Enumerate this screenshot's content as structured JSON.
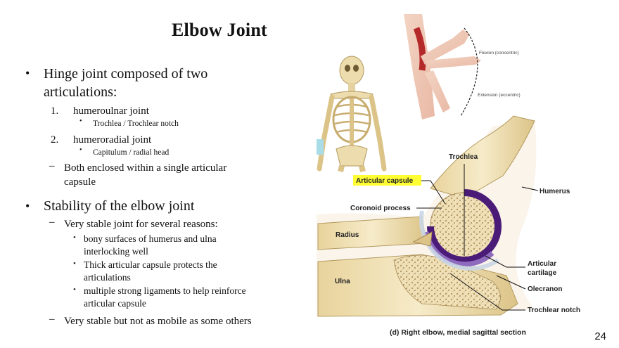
{
  "slide": {
    "title": "Elbow Joint",
    "page_number": "24"
  },
  "content": {
    "bullet1": "Hinge joint composed of two articulations:",
    "num1_marker": "1.",
    "num1_text": "humeroulnar joint",
    "num1_sub": "Trochlea / Trochlear notch",
    "num2_marker": "2.",
    "num2_text": "humeroradial joint",
    "num2_sub": "Capitulum / radial head",
    "dash1": "Both enclosed within a single articular capsule",
    "bullet2": "Stability of the elbow joint",
    "dash2": "Very stable joint for several reasons:",
    "sub1": "bony surfaces of humerus and ulna interlocking well",
    "sub2": "Thick articular capsule protects the articulations",
    "sub3": "multiple strong ligaments to help reinforce articular capsule",
    "dash3": "Very stable but not as mobile as some others"
  },
  "figure": {
    "inset_flexion": "Flexion (concentric)",
    "inset_extension": "Extension (eccentric)",
    "label_trochlea": "Trochlea",
    "label_articular_capsule": "Articular capsule",
    "label_humerus": "Humerus",
    "label_coronoid": "Coronoid process",
    "label_radius": "Radius",
    "label_articular_cartilage_1": "Articular",
    "label_articular_cartilage_2": "cartilage",
    "label_ulna": "Ulna",
    "label_olecranon": "Olecranon",
    "label_trochlear_notch": "Trochlear notch",
    "caption": "(d) Right elbow, medial sagittal section",
    "highlight_color": "#ffff33"
  }
}
